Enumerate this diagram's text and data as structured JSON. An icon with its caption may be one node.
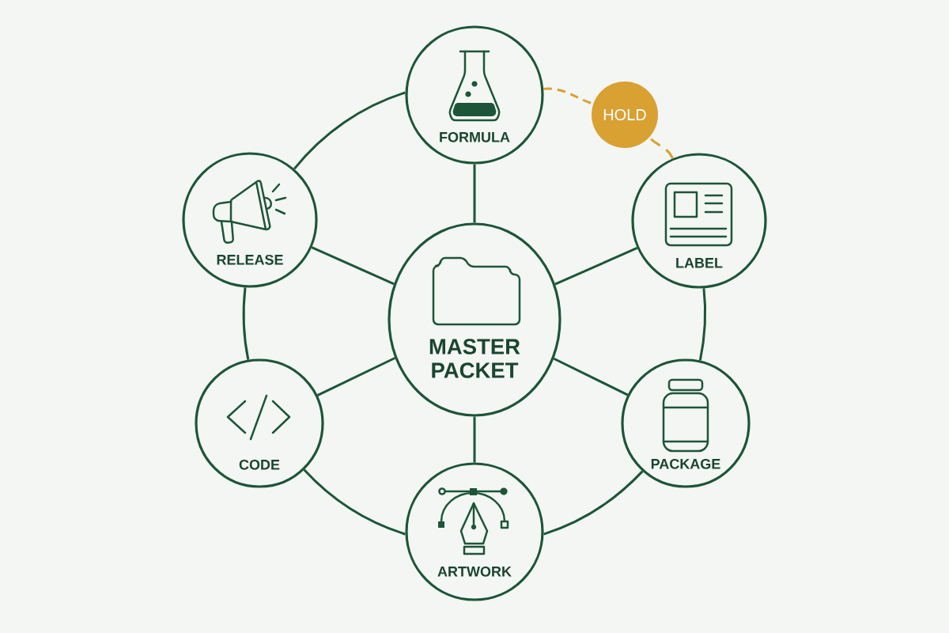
{
  "diagram": {
    "nodes": [
      {
        "text": [
          "FORMULA"
        ]
      },
      {
        "text": [
          "HOLD"
        ]
      },
      {
        "text": [
          "RELEASE"
        ]
      },
      {
        "text": [
          "LABEL"
        ]
      },
      {
        "text": [
          "MASTER PACKET"
        ]
      },
      {
        "text": [
          "CODE"
        ]
      },
      {
        "text": [
          "PACKAGE"
        ]
      },
      {
        "text": [
          "ARTWORK"
        ]
      }
    ],
    "edges": [
      {
        "from": 4,
        "to": 0,
        "arrow": "none"
      },
      {
        "from": 4,
        "to": 3,
        "arrow": "none"
      },
      {
        "from": 4,
        "to": 6,
        "arrow": "none"
      },
      {
        "from": 4,
        "to": 7,
        "arrow": "none"
      },
      {
        "from": 4,
        "to": 5,
        "arrow": "none"
      },
      {
        "from": 4,
        "to": 2,
        "arrow": "none"
      },
      {
        "from": 0,
        "to": 1,
        "arrow": "none",
        "style": "dashed",
        "color": "#d9a032"
      },
      {
        "from": 1,
        "to": 3,
        "arrow": "none",
        "style": "dashed",
        "color": "#d9a032"
      },
      {
        "from": 3,
        "to": 6,
        "arrow": "none"
      },
      {
        "from": 6,
        "to": 7,
        "arrow": "none"
      },
      {
        "from": 7,
        "to": 5,
        "arrow": "none"
      },
      {
        "from": 5,
        "to": 2,
        "arrow": "none"
      },
      {
        "from": 2,
        "to": 0,
        "arrow": "none"
      }
    ]
  }
}
